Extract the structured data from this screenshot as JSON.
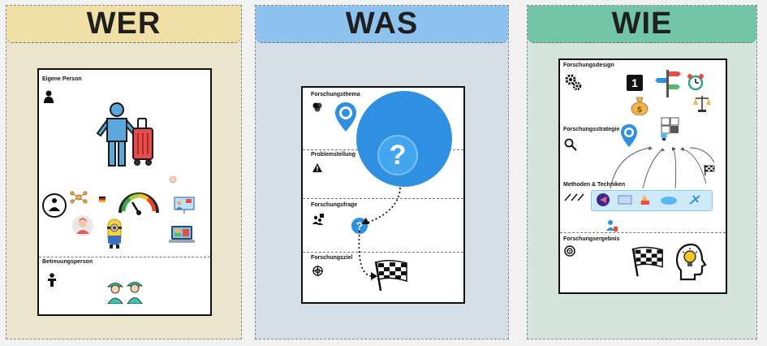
{
  "columns": {
    "wer": {
      "title": "WER",
      "sections": {
        "eigene_person": "Eigene Person",
        "betreuungsperson": "Betreuungsperson"
      }
    },
    "was": {
      "title": "WAS",
      "sections": {
        "forschungsthema": "Forschungsthema",
        "problemstellung": "Problemstellung",
        "forschungsfrage": "Forschungsfrage",
        "forschungsziel": "Forschungsziel"
      },
      "question_symbol": "?"
    },
    "wie": {
      "title": "WIE",
      "sections": {
        "forschungsdesign": "Forschungsdesign",
        "forschungsstrategie": "Forschungsstrategie",
        "methoden": "Methoden & Techniken",
        "forschungsergebnis": "Forschungsergebnis"
      },
      "badge_number": "1"
    }
  },
  "colors": {
    "wer_header": "#f1e0a6",
    "was_header": "#8fc3ef",
    "wie_header": "#72c5a7",
    "traveler_blue": "#5aa8dc",
    "suitcase_red": "#e74b4b",
    "question_blue": "#2f8fe0"
  },
  "icons": [
    "person-icon",
    "traveler-icon",
    "speedometer-icon",
    "minion-icon",
    "flag-icon",
    "location-pin-icon",
    "gears-icon",
    "signpost-icon",
    "puzzle-icon",
    "lightbulb-head-icon"
  ]
}
